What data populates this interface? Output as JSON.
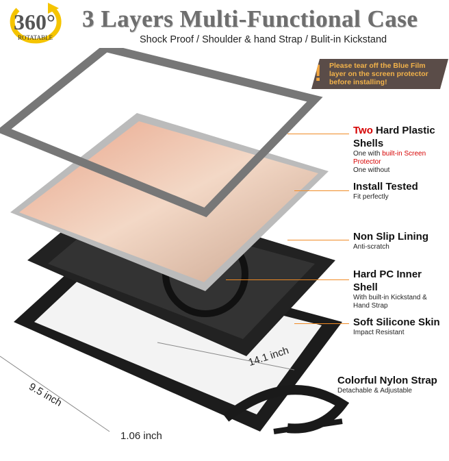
{
  "header": {
    "badge_number": "360°",
    "badge_label": "ROTATABLE",
    "title": "3 Layers Multi-Functional Case",
    "subtitle": "Shock Proof / Shoulder & hand Strap / Bulit-in Kickstand"
  },
  "warning": {
    "icon": "exclamation-icon",
    "text_1": "Please tear off the Blue Film",
    "text_2": "layer on the screen protector",
    "text_3": "before installing!"
  },
  "features": [
    {
      "title_accent": "Two",
      "title": " Hard Plastic Shells",
      "line1_pre": "One with ",
      "line1_accent": "built-in Screen Protector",
      "line2": "One without"
    },
    {
      "title": "Install Tested",
      "line1": "Fit perfectly"
    },
    {
      "title": "Non Slip Lining",
      "line1": "Anti-scratch"
    },
    {
      "title": "Hard PC Inner Shell",
      "line1": "With built-in Kickstand &",
      "line2": "Hand Strap"
    },
    {
      "title": "Soft Silicone Skin",
      "line1": "Impact Resistant"
    },
    {
      "title": "Colorful Nylon Strap",
      "line1": "Detachable & Adjustable"
    }
  ],
  "dimensions": {
    "length": "14.1 inch",
    "width": "9.5 inch",
    "thickness": "1.06 inch"
  },
  "colors": {
    "accent_orange": "#f08a24",
    "accent_red": "#d60000",
    "warning_bg": "#5a4c48",
    "warning_text": "#f2b24a"
  }
}
